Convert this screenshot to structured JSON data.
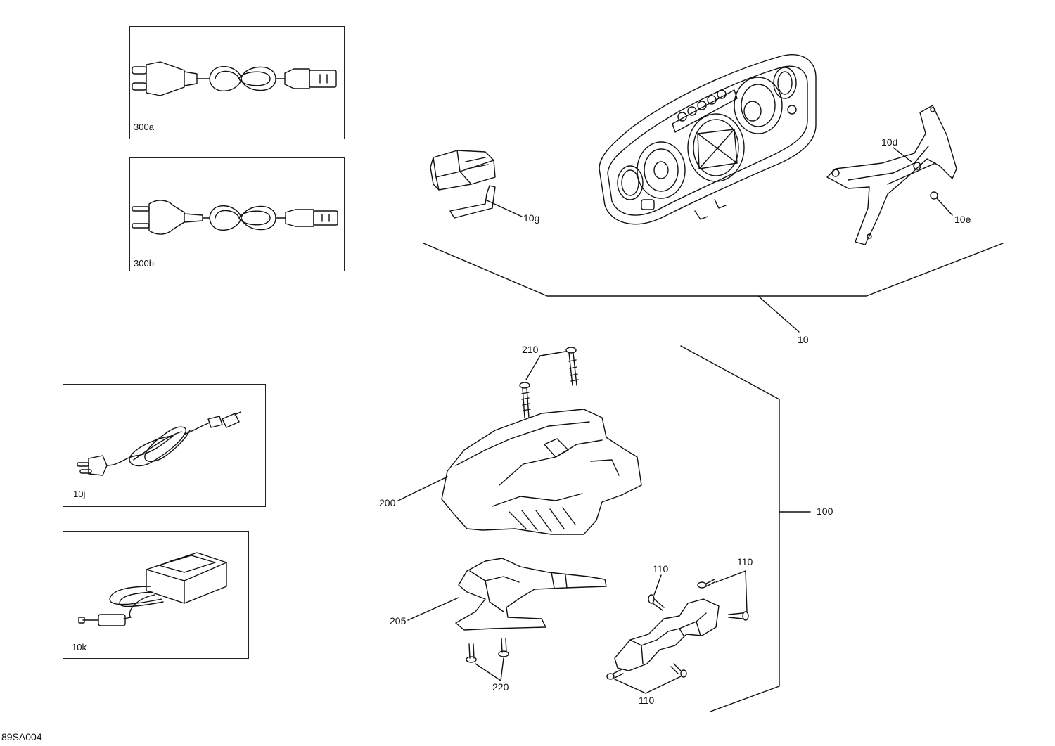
{
  "inset_boxes": [
    {
      "id": "300a",
      "label": "300a"
    },
    {
      "id": "300b",
      "label": "300b"
    },
    {
      "id": "10j",
      "label": "10j"
    },
    {
      "id": "10k",
      "label": "10k"
    }
  ],
  "callouts": {
    "c10g": "10g",
    "c10d": "10d",
    "c10e": "10e",
    "c10": "10",
    "c210": "210",
    "c200": "200",
    "c100": "100",
    "c205": "205",
    "c110a": "110",
    "c110b": "110",
    "c110c": "110",
    "c220": "220"
  },
  "document_id": "89SA004"
}
